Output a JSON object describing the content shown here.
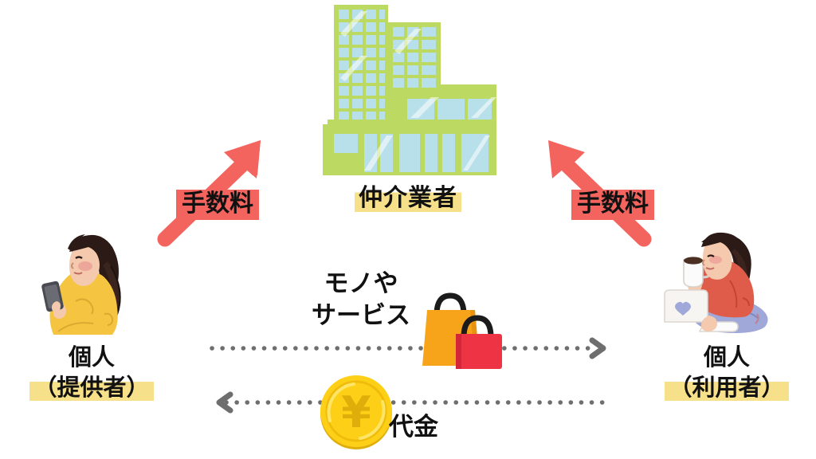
{
  "diagram": {
    "title": "C2C marketplace intermediary flow diagram",
    "broker": {
      "label": "仲介業者",
      "icon": "office-building-icon",
      "highlight_color": "#f7e08a",
      "building_frame_color": "#bcda62",
      "building_glass_color": "#b8e0ea"
    },
    "provider": {
      "label_line1": "個人",
      "label_line2": "（提供者）",
      "icon": "person-with-smartphone-icon",
      "clothing_color": "#f5c542",
      "highlight_color": "#f7e08a"
    },
    "user": {
      "label_line1": "個人",
      "label_line2": "（利用者）",
      "icon": "person-with-laptop-icon",
      "clothing_color": "#e05c4a",
      "highlight_color": "#f7e08a"
    },
    "fee_left": {
      "label": "手数料",
      "icon": "up-right-arrow-icon",
      "arrow_color": "#f4645f",
      "label_background": "#f4645f",
      "direction": "provider-to-broker"
    },
    "fee_right": {
      "label": "手数料",
      "icon": "up-left-arrow-icon",
      "arrow_color": "#f4645f",
      "label_background": "#f4645f",
      "direction": "user-to-broker"
    },
    "goods_flow": {
      "label_line1": "モノや",
      "label_line2": "サービス",
      "icon": "shopping-bags-icon",
      "bag_front_color": "#ee3345",
      "bag_back_color": "#f8a41b",
      "direction": "provider-to-user",
      "line_style": "dotted",
      "line_color": "#6e6e6e"
    },
    "payment_flow": {
      "label": "代金",
      "icon": "yen-coin-icon",
      "coin_color": "#fdd017",
      "coin_symbol": "¥",
      "direction": "user-to-provider",
      "line_style": "dotted",
      "line_color": "#6e6e6e"
    }
  }
}
